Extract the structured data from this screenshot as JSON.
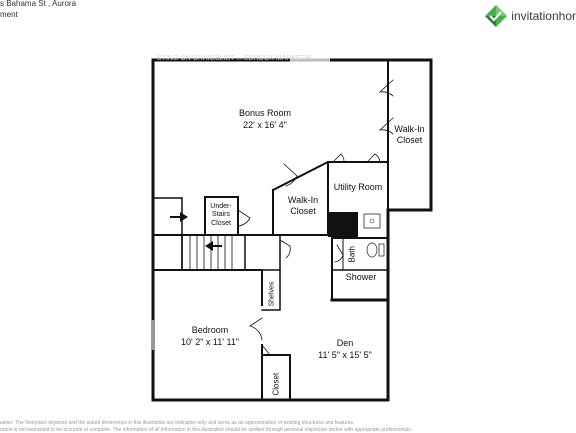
{
  "header": {
    "address": "s Bahama St , Aurora",
    "level": "ment",
    "brand": "invitationhor",
    "watermark": "STING ON CRAIGSLIST ... EBROOK MARKETPL"
  },
  "rooms": {
    "bonus_name": "Bonus Room",
    "bonus_dim": "22' x 16' 4\"",
    "walkin_right": "Walk-In\nCloset",
    "utility": "Utility Room",
    "walkin_mid": "Walk-In\nCloset",
    "under_stairs": "Under-\nStairs\nCloset",
    "bath": "Bath",
    "shower": "Shower",
    "shelves": "Shelves",
    "bedroom_name": "Bedroom",
    "bedroom_dim": "10' 2\" x 11' 11\"",
    "den_name": "Den",
    "den_dim": "11' 5\" x 15' 5\"",
    "closet": "Closet"
  },
  "disclaimer": {
    "line1": "aimer: The floorplans depicted and the stated dimensions in this illustration are indicative only and serve as an approximation of existing structures and features.",
    "line2": "ration is not warranted to be accurate or complete. The information of all information in this illustration should be verified through personal inspection and/or with appropriate professionals."
  },
  "colors": {
    "wall": "#111111",
    "logo_green": "#4caf50",
    "logo_dark": "#2e7d32"
  }
}
